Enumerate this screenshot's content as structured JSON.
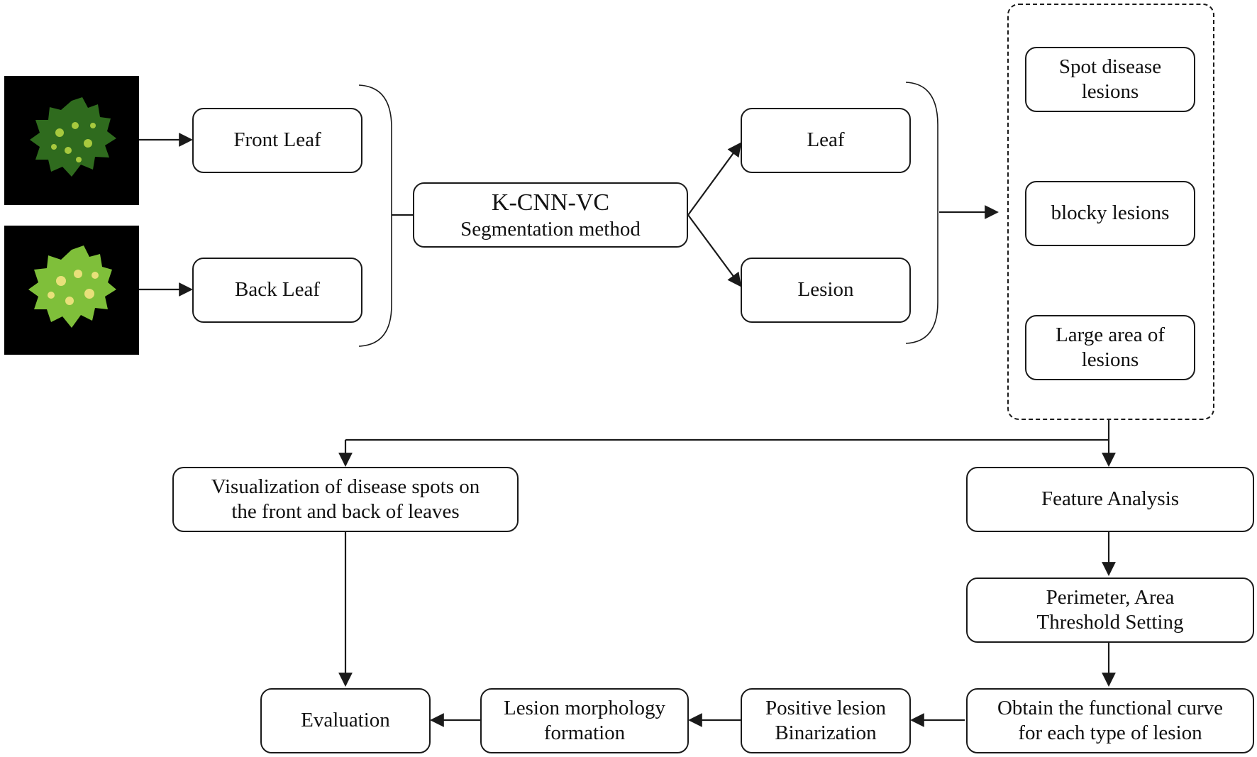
{
  "inputs": {
    "front_leaf": "Front Leaf",
    "back_leaf": "Back Leaf"
  },
  "method": {
    "title": "K-CNN-VC",
    "subtitle": "Segmentation method"
  },
  "outputs": {
    "leaf": "Leaf",
    "lesion": "Lesion"
  },
  "lesion_types": [
    {
      "line1": "Spot disease",
      "line2": "lesions"
    },
    {
      "line1": "blocky lesions",
      "line2": ""
    },
    {
      "line1": "Large area of",
      "line2": "lesions"
    }
  ],
  "visualization": {
    "line1": "Visualization of disease spots on",
    "line2": "the front and back of leaves"
  },
  "feature_analysis": "Feature Analysis",
  "threshold": {
    "line1": "Perimeter, Area",
    "line2": "Threshold Setting"
  },
  "functional_curve": {
    "line1": "Obtain the functional curve",
    "line2": "for each type of lesion"
  },
  "binarization": {
    "line1": "Positive lesion",
    "line2": "Binarization"
  },
  "morphology": {
    "line1": "Lesion morphology",
    "line2": "formation"
  },
  "evaluation": "Evaluation",
  "colors": {
    "stroke": "#1a1a1a",
    "image_background": "#000000",
    "leaf_front_dark": "#2f6b1e",
    "leaf_front_spot": "#a7c93e",
    "leaf_back": "#7fbf3a",
    "leaf_back_spot": "#e8e07a"
  }
}
